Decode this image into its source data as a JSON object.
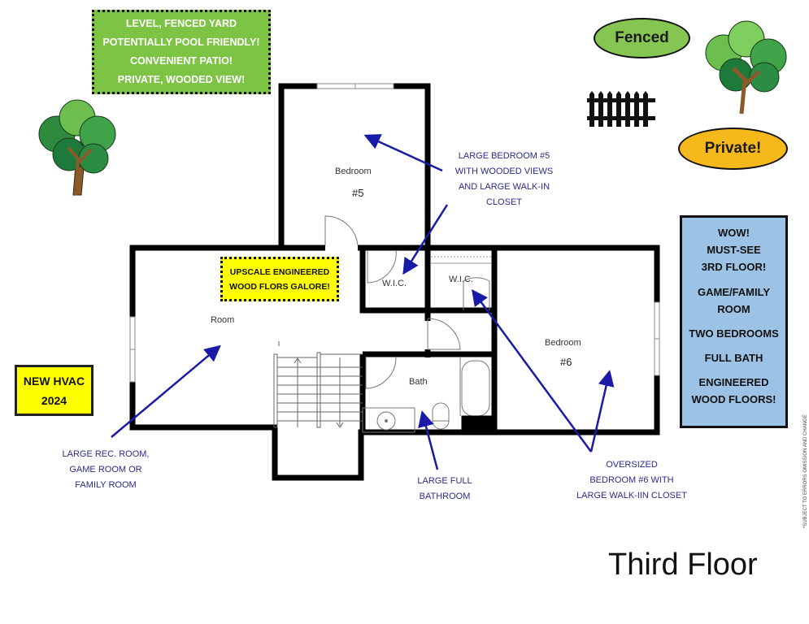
{
  "title": "Third Floor",
  "disclaimer": "*SUBJECT TO ERRORS OMISSION AND CHANGE",
  "green_box": {
    "lines": [
      "LEVEL, FENCED YARD",
      "POTENTIALLY POOL FRIENDLY!",
      "CONVENIENT PATIO!",
      "PRIVATE, WOODED VIEW!"
    ],
    "color": "#7dc444"
  },
  "ovals": {
    "fenced": {
      "label": "Fenced",
      "color": "#85c653"
    },
    "private": {
      "label": "Private!",
      "color": "#f6b91b"
    }
  },
  "floors_box": {
    "lines": [
      "UPSCALE ENGINEERED",
      "WOOD FLORS GALORE!"
    ],
    "color": "#ffff00"
  },
  "hvac_box": {
    "lines": [
      "NEW HVAC",
      "2024"
    ],
    "color": "#ffff00"
  },
  "highlights_box": {
    "heading": [
      "WOW!",
      "MUST-SEE",
      "3RD FLOOR!"
    ],
    "items": [
      "GAME/FAMILY",
      "ROOM",
      "TWO BEDROOMS",
      "FULL BATH",
      "ENGINEERED",
      "WOOD FLOORS!"
    ],
    "color": "#9cc3e6"
  },
  "rooms": {
    "bedroom5": {
      "label": "Bedroom",
      "number": "#5"
    },
    "bedroom6": {
      "label": "Bedroom",
      "number": "#6"
    },
    "room": {
      "label": "Room"
    },
    "wic1": {
      "label": "W.I.C."
    },
    "wic2": {
      "label": "W.I.C."
    },
    "bath": {
      "label": "Bath"
    }
  },
  "annotations": {
    "bedroom5": [
      "LARGE BEDROOM #5",
      "WITH WOODED VIEWS",
      "AND LARGE WALK-IN",
      "CLOSET"
    ],
    "rec_room": [
      "LARGE REC. ROOM,",
      "GAME ROOM OR",
      "FAMILY ROOM"
    ],
    "bath": [
      "LARGE FULL",
      "BATHROOM"
    ],
    "bedroom6": [
      "OVERSIZED",
      "BEDROOM #6 WITH",
      "LARGE WALK-IIN CLOSET"
    ],
    "arrow_color": "#1a1aa8"
  }
}
